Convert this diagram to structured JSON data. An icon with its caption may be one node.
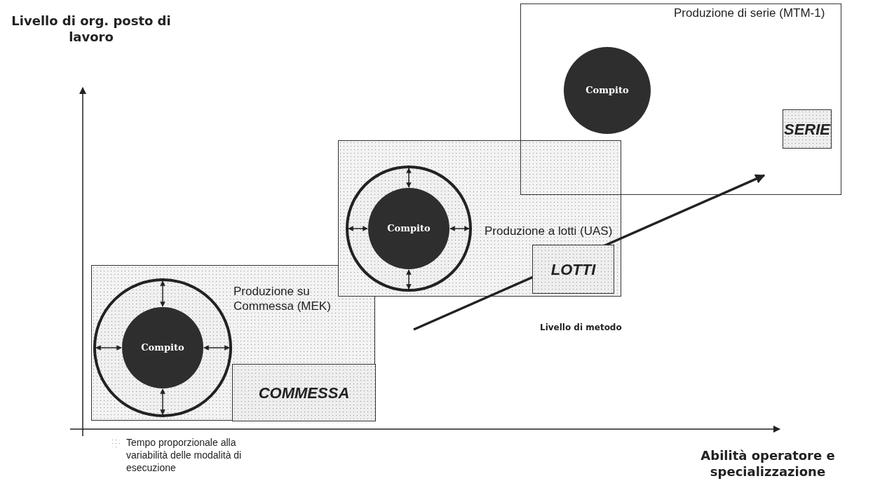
{
  "diagram": {
    "nodes": [
      {
        "text": [
          "Produzione su Commessa (MEK)"
        ]
      },
      {
        "text": [],
        "shape": "circle",
        "in": 0
      },
      {
        "text": [
          "Compito"
        ],
        "in": 1
      },
      {
        "text": [
          "COMMESSA"
        ],
        "in": 0
      },
      {
        "text": [
          "Produzione a lotti (UAS)"
        ]
      },
      {
        "text": [],
        "shape": "circle",
        "in": 4
      },
      {
        "text": [
          "Compito"
        ],
        "in": 5
      },
      {
        "text": [
          "LOTTI"
        ],
        "in": 4
      },
      {
        "text": [
          "Produzione di serie (MTM-1)"
        ]
      },
      {
        "text": [
          "Compito"
        ],
        "in": 8
      },
      {
        "text": [
          "SERIE"
        ],
        "in": 8
      }
    ],
    "edges": [
      {
        "from": 2,
        "to": 1,
        "arrow": "both"
      },
      {
        "from": 2,
        "to": 1,
        "arrow": "both"
      },
      {
        "from": 2,
        "to": 1,
        "arrow": "both"
      },
      {
        "from": 2,
        "to": 1,
        "arrow": "both"
      },
      {
        "from": 6,
        "to": 5,
        "arrow": "both"
      },
      {
        "from": 6,
        "to": 5,
        "arrow": "both"
      },
      {
        "from": 6,
        "to": 5,
        "arrow": "both"
      },
      {
        "from": 6,
        "to": 5,
        "arrow": "both"
      }
    ],
    "labels": [
      "Livello di org. posto di lavoro",
      "Livello di metodo",
      "Abilità operatore e specializzazione"
    ],
    "legend": [
      {
        "text": "Tempo proporzionale alla variabilità delle modalità di esecuzione"
      }
    ]
  }
}
